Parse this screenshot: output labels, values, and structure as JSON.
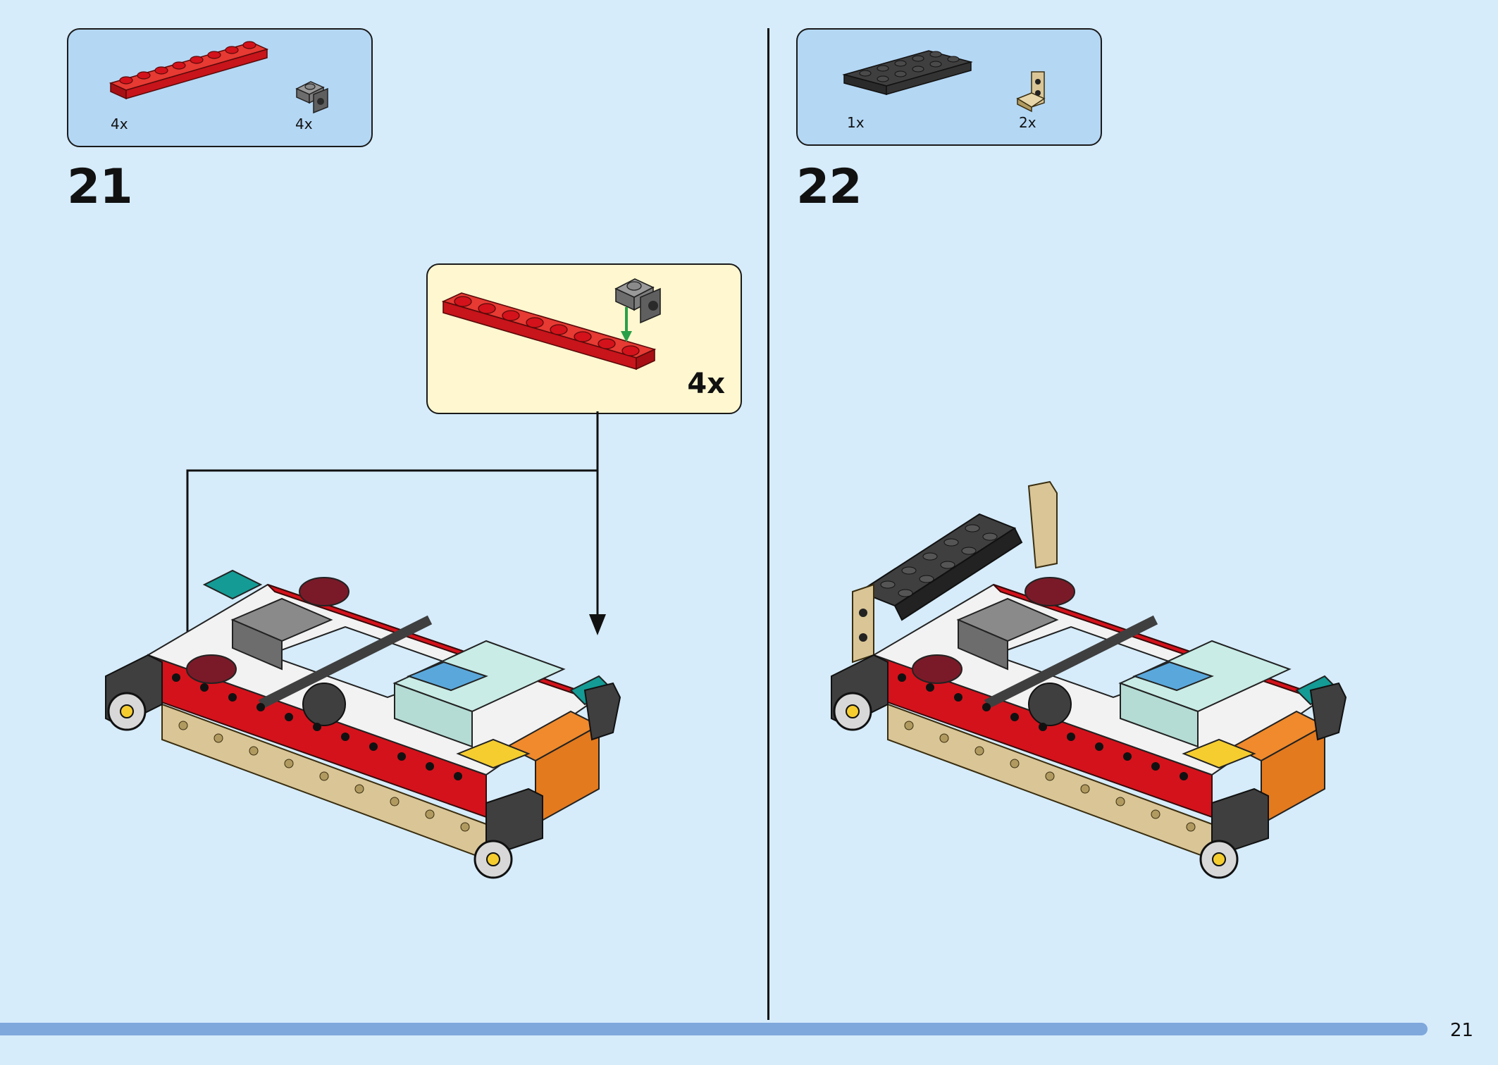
{
  "page": {
    "number": "21"
  },
  "steps": [
    {
      "number": "21",
      "parts": [
        {
          "qty": "4x",
          "icon": "red-plate-1x8"
        },
        {
          "qty": "4x",
          "icon": "gray-bracket-1x1"
        }
      ],
      "callout": {
        "qty": "4x"
      }
    },
    {
      "number": "22",
      "parts": [
        {
          "qty": "1x",
          "icon": "black-plate-2x6"
        },
        {
          "qty": "2x",
          "icon": "tan-bracket-1x2"
        }
      ]
    }
  ],
  "colors": {
    "background": "#d6ecfb",
    "parts_box": "#b4d7f4",
    "callout": "#fff7cf",
    "red": "#d4121b",
    "tan": "#d9c596",
    "orange": "#f08a2c",
    "teal": "#149b95",
    "light_aqua": "#c9ece6",
    "blue": "#5aa8db",
    "yellow": "#f5cd2f",
    "gray": "#8a8a8a",
    "dark_gray": "#3f3f3f",
    "dark_red": "#7a1a28",
    "arrow_green": "#2aa048"
  }
}
